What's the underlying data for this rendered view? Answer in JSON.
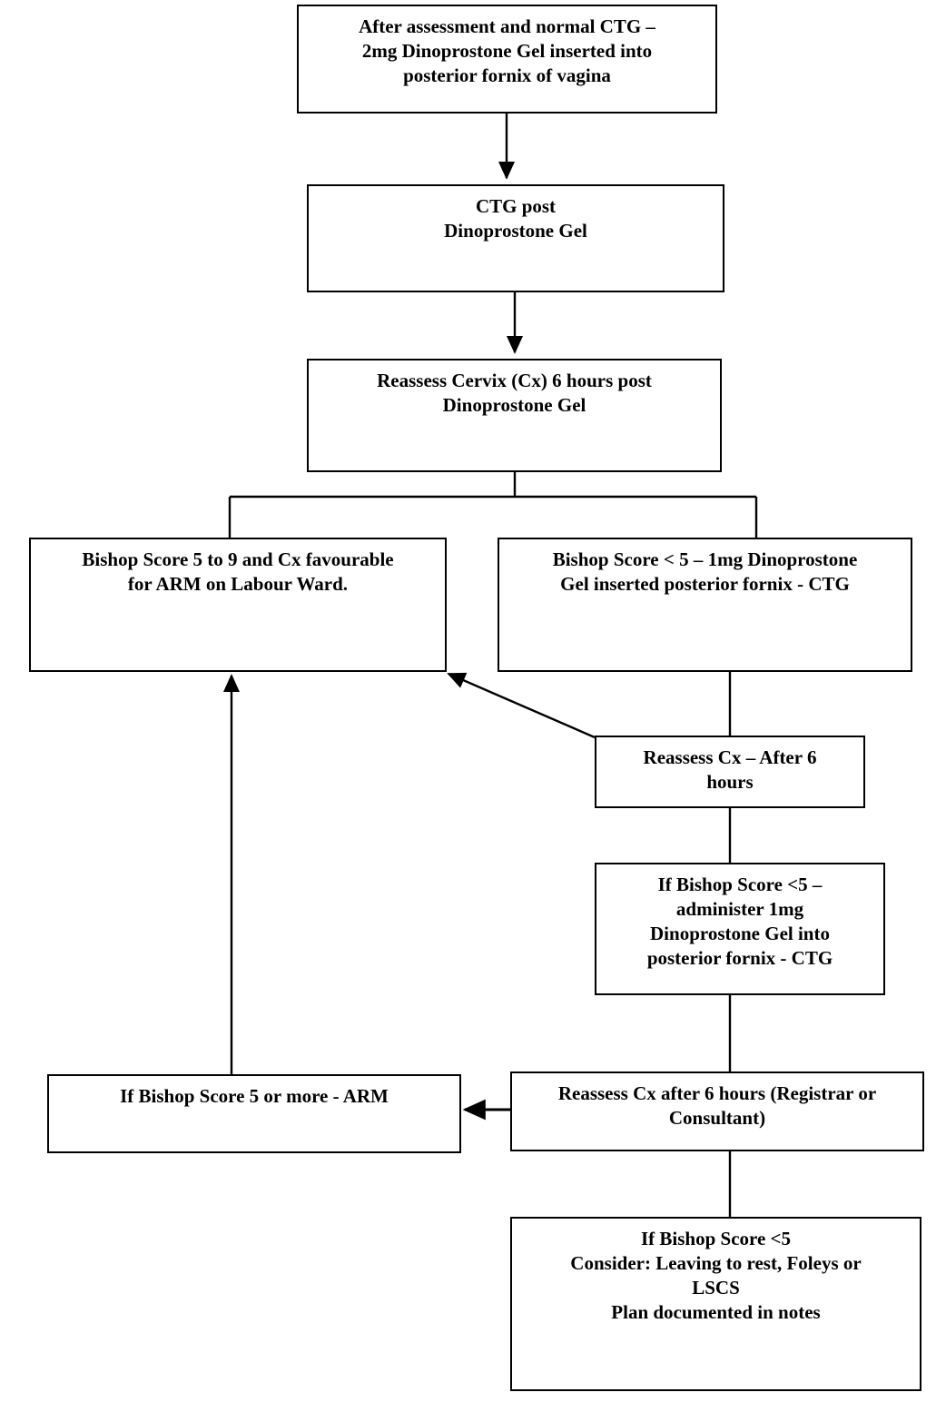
{
  "diagram": {
    "title": "Dinoprostone Gel induction of labour flowchart",
    "line_color": "#000000",
    "box_fill": "#ffffff",
    "text_color": "#000000",
    "nodes": [
      {
        "id": "start-gel",
        "text": "After assessment and normal CTG –\n2mg Dinoprostone Gel inserted into\nposterior fornix of vagina"
      },
      {
        "id": "ctg-post-gel",
        "text": "CTG  post\nDinoprostone Gel"
      },
      {
        "id": "reassess-cervix-6h",
        "text": "Reassess Cervix (Cx) 6 hours post\nDinoprostone Gel"
      },
      {
        "id": "bishop-5-to-9",
        "text": "Bishop Score 5 to 9 and Cx favourable\nfor ARM on Labour Ward."
      },
      {
        "id": "bishop-under-5-1mg",
        "text": "Bishop Score < 5 – 1mg Dinoprostone\nGel inserted posterior fornix - CTG"
      },
      {
        "id": "reassess-cx-after-6h",
        "text": "Reassess Cx – After 6\nhours"
      },
      {
        "id": "bishop-under-5-administer",
        "text": "If Bishop Score <5 –\nadminister 1mg\nDinoprostone Gel into\nposterior fornix - CTG"
      },
      {
        "id": "bishop-5-or-more-arm",
        "text": "If Bishop Score 5 or more - ARM"
      },
      {
        "id": "reassess-cx-registrar",
        "text": "Reassess Cx after 6 hours (Registrar or\nConsultant)"
      },
      {
        "id": "bishop-under-5-consider",
        "text": "If Bishop Score <5\nConsider: Leaving to rest, Foleys or\nLSCS\nPlan documented in notes"
      }
    ]
  }
}
